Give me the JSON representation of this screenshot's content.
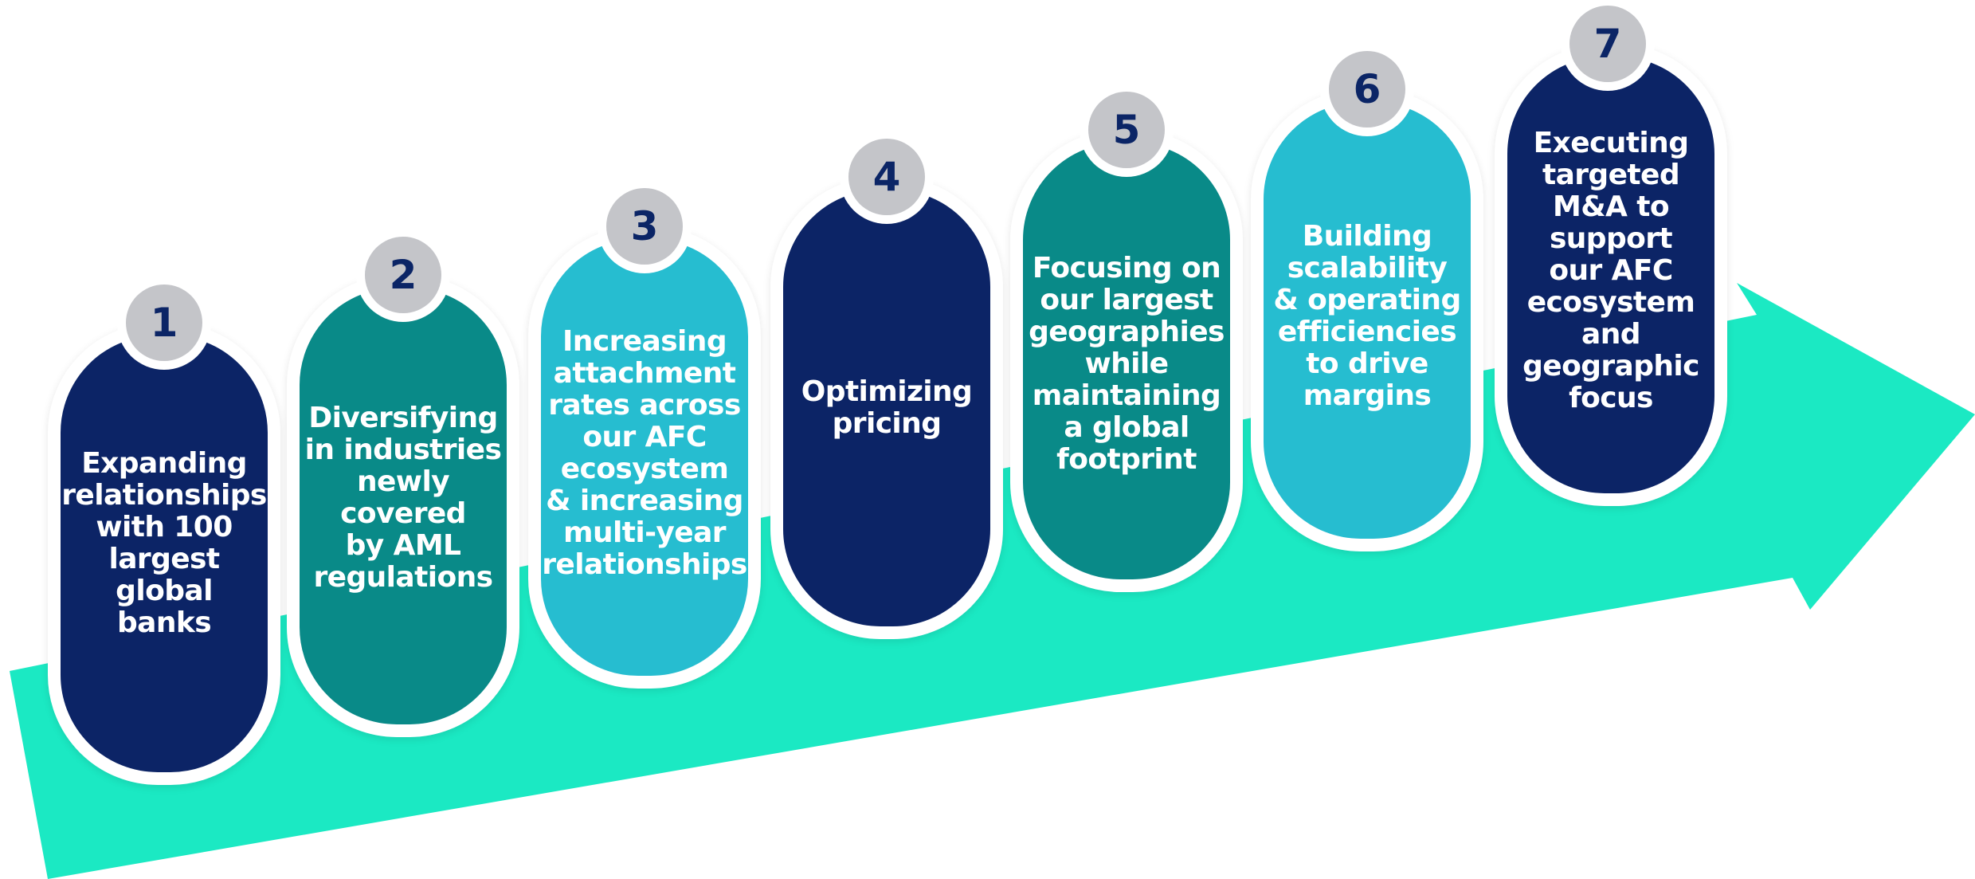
{
  "colors": {
    "arrow": "#1be9c3",
    "navy": "#0c2466",
    "teal": "#098a88",
    "sky": "#26bdd0",
    "badge": "#c4c5c9",
    "badge_text": "#0b2566"
  },
  "steps": [
    {
      "number": "1",
      "color": "navy",
      "lines": [
        "Expanding",
        "relationships",
        "with 100",
        "largest",
        "global",
        "banks"
      ]
    },
    {
      "number": "2",
      "color": "teal",
      "lines": [
        "Diversifying",
        "in industries",
        "newly",
        "covered",
        "by AML",
        "regulations"
      ]
    },
    {
      "number": "3",
      "color": "sky",
      "lines": [
        "Increasing",
        "attachment",
        "rates across",
        "our AFC",
        "ecosystem",
        "& increasing",
        "multi-year",
        "relationships"
      ]
    },
    {
      "number": "4",
      "color": "navy",
      "lines": [
        "Optimizing",
        "pricing"
      ]
    },
    {
      "number": "5",
      "color": "teal",
      "lines": [
        "Focusing on",
        "our largest",
        "geographies",
        "while",
        "maintaining",
        "a global",
        "footprint"
      ]
    },
    {
      "number": "6",
      "color": "sky",
      "lines": [
        "Building",
        "scalability",
        "& operating",
        "efficiencies",
        "to drive",
        "margins"
      ]
    },
    {
      "number": "7",
      "color": "navy",
      "lines": [
        "Executing",
        "targeted",
        "M&A to",
        "support",
        "our AFC",
        "ecosystem",
        "and",
        "geographic",
        "focus"
      ]
    }
  ]
}
